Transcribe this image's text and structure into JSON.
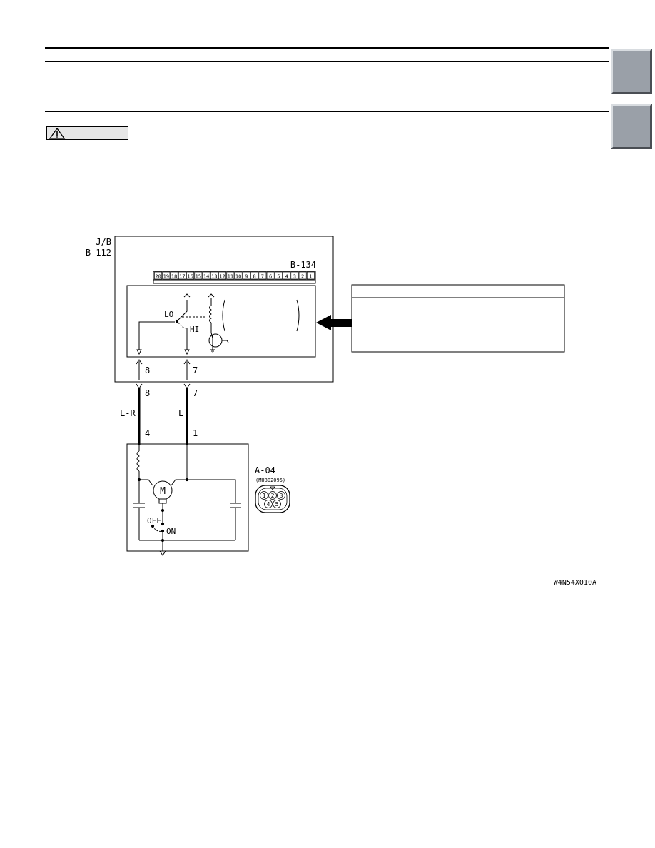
{
  "diagram": {
    "jb_label": "J/B",
    "jb_connector": "B-112",
    "relay_connector": "B-134",
    "relay_pins": [
      "20",
      "19",
      "18",
      "17",
      "16",
      "15",
      "14",
      "13",
      "12",
      "11",
      "10",
      "9",
      "8",
      "7",
      "6",
      "5",
      "4",
      "3",
      "2",
      "1"
    ],
    "switch_lo": "LO",
    "switch_hi": "HI",
    "terminal_left_top": "8",
    "terminal_left_bottom": "8",
    "terminal_right_top": "7",
    "terminal_right_bottom": "7",
    "wire_left_color": "L-R",
    "wire_right_color": "L",
    "motor_pin_left": "4",
    "motor_pin_right": "1",
    "motor_symbol": "M",
    "switch_off": "OFF",
    "switch_on": "ON",
    "motor_connector": "A-04",
    "motor_part_no": "(MU802095)",
    "connector_pins": [
      "1",
      "2",
      "3",
      "4",
      "5"
    ],
    "figure_code": "W4N54X010A"
  }
}
